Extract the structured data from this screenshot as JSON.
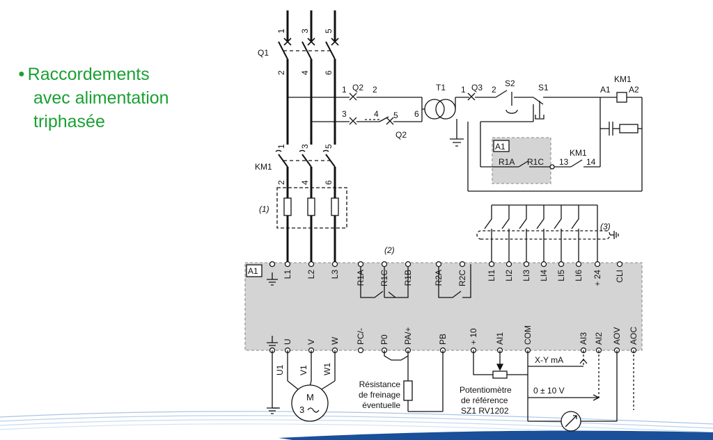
{
  "slide": {
    "bullet": "●",
    "title_lines": [
      "Raccordements",
      "avec alimentation",
      "triphasée"
    ]
  },
  "colors": {
    "title": "#1aa033",
    "drive_fill": "#d4d4d4",
    "wire": "#111111"
  },
  "supply": {
    "terminals": [
      "1",
      "3",
      "5"
    ],
    "q1": {
      "label": "Q1",
      "bottom": [
        "2",
        "4",
        "6"
      ]
    },
    "km1": {
      "label": "KM1",
      "top": [
        "1",
        "3",
        "5"
      ],
      "bottom": [
        "2",
        "4",
        "6"
      ]
    },
    "note1": "(1)"
  },
  "control": {
    "q2": {
      "label": "Q2",
      "t1": "1",
      "t2": "2",
      "t3": "3",
      "t4": "4",
      "t5": "5",
      "t6": "6",
      "label2": "Q2"
    },
    "t1": {
      "label": "T1",
      "t1": "1"
    },
    "q3": {
      "label": "Q3",
      "t2": "2"
    },
    "s2": "S2",
    "s1": "S1",
    "km1_coil": {
      "label": "KM1",
      "a1": "A1",
      "a2": "A2"
    },
    "a1_box": {
      "label": "A1",
      "r1a": "R1A",
      "r1c": "R1C",
      "t13": "13",
      "t14": "14",
      "km1": "KM1"
    }
  },
  "drive": {
    "label": "A1",
    "top_terminals": [
      "L1",
      "L2",
      "L3",
      "R1A",
      "R1C",
      "R1B",
      "R2A",
      "R2C",
      "LI1",
      "LI2",
      "LI3",
      "LI4",
      "LI5",
      "LI6",
      "+ 24",
      "CLI"
    ],
    "bottom_terminals": [
      "U",
      "V",
      "W",
      "PC/-",
      "P0",
      "PA/+",
      "PB",
      "+ 10",
      "AI1",
      "COM",
      "AI3",
      "AI2",
      "AOV",
      "AOC"
    ],
    "note2": "(2)",
    "note3": "(3)"
  },
  "motor": {
    "label": "M",
    "phase": "3",
    "wires": [
      "U1",
      "V1",
      "W1"
    ]
  },
  "resistor_caption": [
    "Résistance",
    "de freinage",
    "éventuelle"
  ],
  "pot_caption": [
    "Potentiomètre",
    "de référence",
    "SZ1 RV1202"
  ],
  "analog": {
    "xy": "X-Y mA",
    "v": "0 ± 10 V"
  }
}
